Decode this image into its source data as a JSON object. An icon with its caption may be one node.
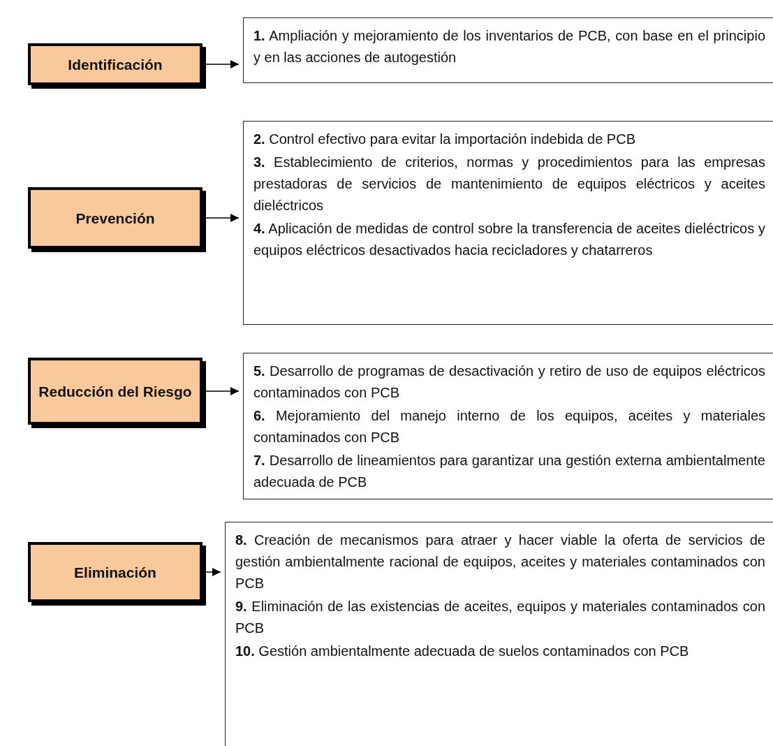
{
  "diagram": {
    "nodes": [
      {
        "text": [
          "Identificación"
        ]
      },
      {
        "text": [
          "**1.** Ampliación y mejoramiento de los inventarios de PCB, con base en el principio y en las acciones de autogestión"
        ]
      },
      {
        "text": [
          "Prevención"
        ]
      },
      {
        "text": [
          "**2.** Control efectivo para evitar la importación indebida de PCB",
          "**3.** Establecimiento de criterios, normas y procedimientos para las empresas prestadoras de servicios de mantenimiento de equipos eléctricos y aceites dieléctricos",
          "**4.** Aplicación de medidas de control sobre la transferencia de aceites dieléctricos y equipos eléctricos desactivados hacia recicladores y chatarreros"
        ]
      },
      {
        "text": [
          "Reducción del Riesgo"
        ]
      },
      {
        "text": [
          "**5.** Desarrollo de programas de desactivación y retiro de uso de equipos eléctricos contaminados con PCB",
          "**6.** Mejoramiento del manejo interno de los equipos, aceites y materiales contaminados con PCB",
          "**7.** Desarrollo de lineamientos para garantizar una gestión externa ambientalmente adecuada de PCB"
        ]
      },
      {
        "text": [
          "Eliminación"
        ]
      },
      {
        "text": [
          "**8.** Creación de mecanismos para atraer y hacer viable la oferta de servicios de gestión ambientalmente racional de equipos, aceites y materiales contaminados con PCB",
          "**9.** Eliminación de las existencias de aceites, equipos y materiales contaminados con PCB",
          "**10.** Gestión ambientalmente adecuada de suelos contaminados con PCB"
        ]
      }
    ],
    "edges": [
      {
        "from": 0,
        "to": 1,
        "arrow": "to"
      },
      {
        "from": 2,
        "to": 3,
        "arrow": "to"
      },
      {
        "from": 4,
        "to": 5,
        "arrow": "to"
      },
      {
        "from": 6,
        "to": 7,
        "arrow": "to"
      }
    ]
  }
}
